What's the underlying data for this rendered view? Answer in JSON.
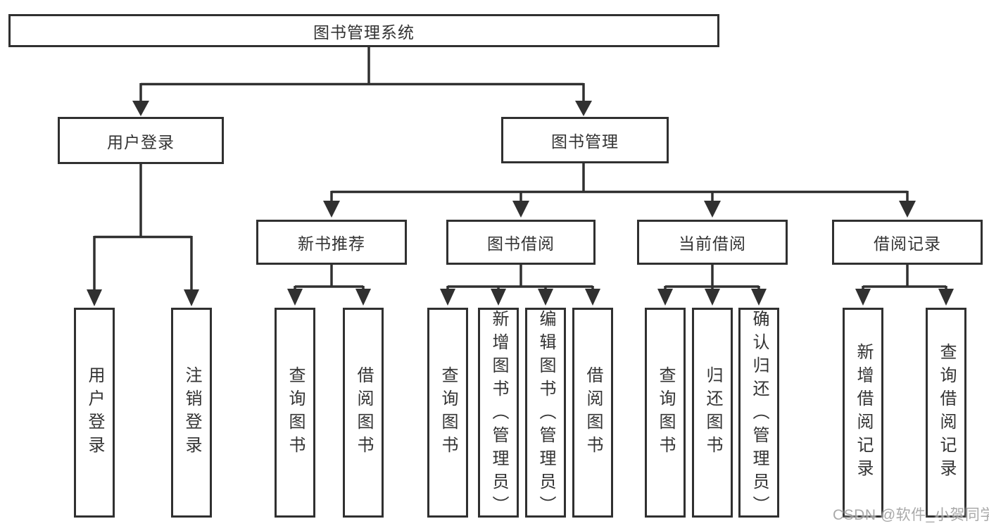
{
  "diagram": {
    "root": {
      "label": "图书管理系统"
    },
    "branches": [
      {
        "label": "用户登录",
        "leaves": [
          "用户登录",
          "注销登录"
        ]
      },
      {
        "label": "图书管理",
        "children": [
          {
            "label": "新书推荐",
            "leaves": [
              "查询图书",
              "借阅图书"
            ]
          },
          {
            "label": "图书借阅",
            "leaves": [
              "查询图书",
              "新增图书（管理员）",
              "编辑图书（管理员）",
              "借阅图书"
            ]
          },
          {
            "label": "当前借阅",
            "leaves": [
              "查询图书",
              "归还图书",
              "确认归还（管理员）"
            ]
          },
          {
            "label": "借阅记录",
            "leaves": [
              "新增借阅记录",
              "查询借阅记录"
            ]
          }
        ]
      }
    ]
  },
  "watermark": {
    "text": "CSDN @软件_小贺同学",
    "color": "#9e9e9e"
  },
  "colors": {
    "line": "#303030",
    "text": "#333333",
    "background": "#ffffff"
  }
}
